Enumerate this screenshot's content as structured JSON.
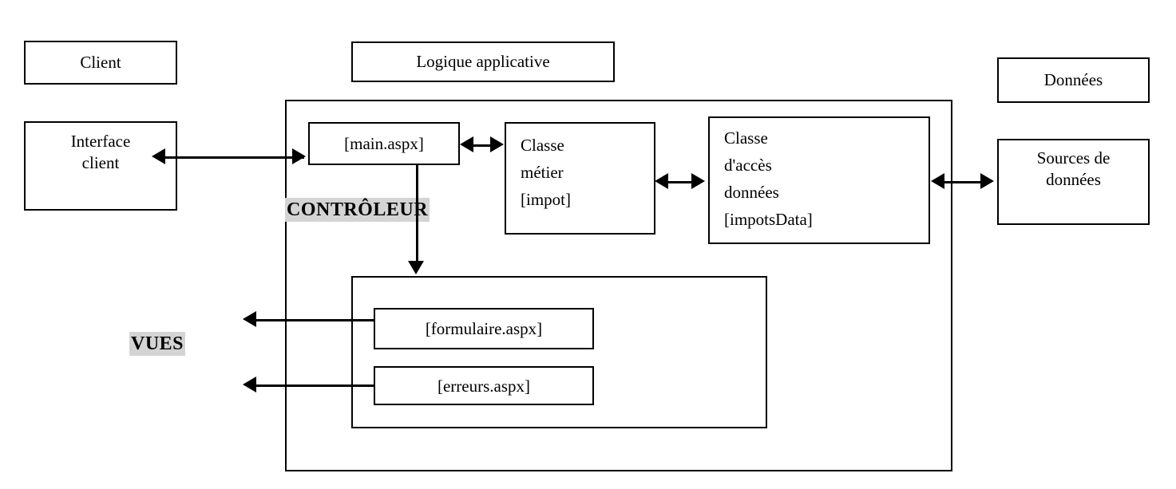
{
  "diagram": {
    "title_hidden": "",
    "tiers": {
      "client": "Client",
      "logic": "Logique applicative",
      "data": "Données"
    },
    "layer_labels": {
      "controller": "CONTRÔLEUR",
      "views": "VUES"
    },
    "nodes": {
      "interface_client": "Interface\nclient",
      "interface_client_line1": "Interface",
      "interface_client_line2": "client",
      "main_aspx": "[main.aspx]",
      "classe_metier_line1": "Classe",
      "classe_metier_line2": "métier",
      "classe_metier_line3": "[impot]",
      "classe_acces_line1": "Classe",
      "classe_acces_line2": "d'accès",
      "classe_acces_line3": "données",
      "classe_acces_line4": "[impotsData]",
      "formulaire_aspx": "[formulaire.aspx]",
      "erreurs_aspx": "[erreurs.aspx]",
      "sources_line1": "Sources de",
      "sources_line2": "données"
    },
    "colors": {
      "stroke": "#000000",
      "highlight": "#d4d4d4",
      "background": "#ffffff"
    }
  }
}
